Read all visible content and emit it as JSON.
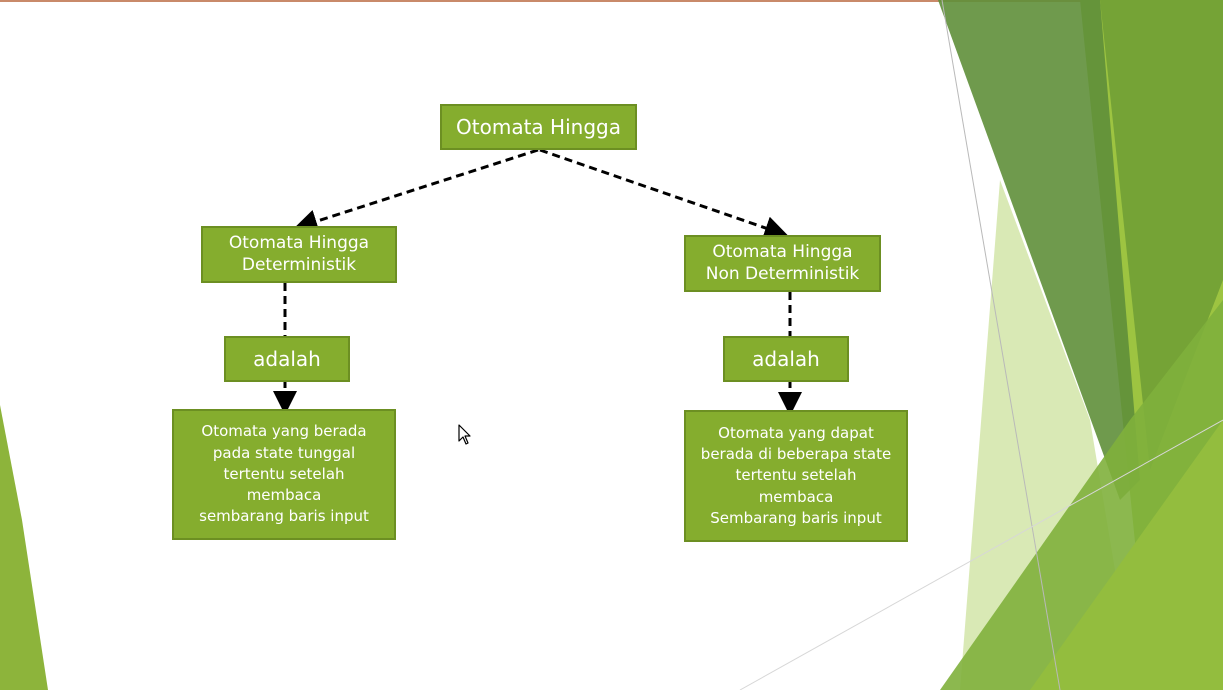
{
  "colors": {
    "node_fill": "#85ad2e",
    "node_border": "#6c8f22",
    "node_text": "#ffffff",
    "arrow": "#000000",
    "accent_dark": "#5f8f3a",
    "accent_light": "#a9cf5c"
  },
  "diagram": {
    "root": "Otomata Hingga",
    "left_branch": {
      "title": "Otomata Hingga\nDeterministik",
      "connector": "adalah",
      "description": "Otomata yang berada\npada state tunggal\ntertentu setelah\nmembaca\nsembarang baris input"
    },
    "right_branch": {
      "title": "Otomata Hingga\nNon Deterministik",
      "connector": "adalah",
      "description": "Otomata yang dapat\nberada di beberapa state\ntertentu setelah\nmembaca\nSembarang baris input"
    }
  },
  "icons": {
    "pointer": "mouse-pointer-icon"
  }
}
